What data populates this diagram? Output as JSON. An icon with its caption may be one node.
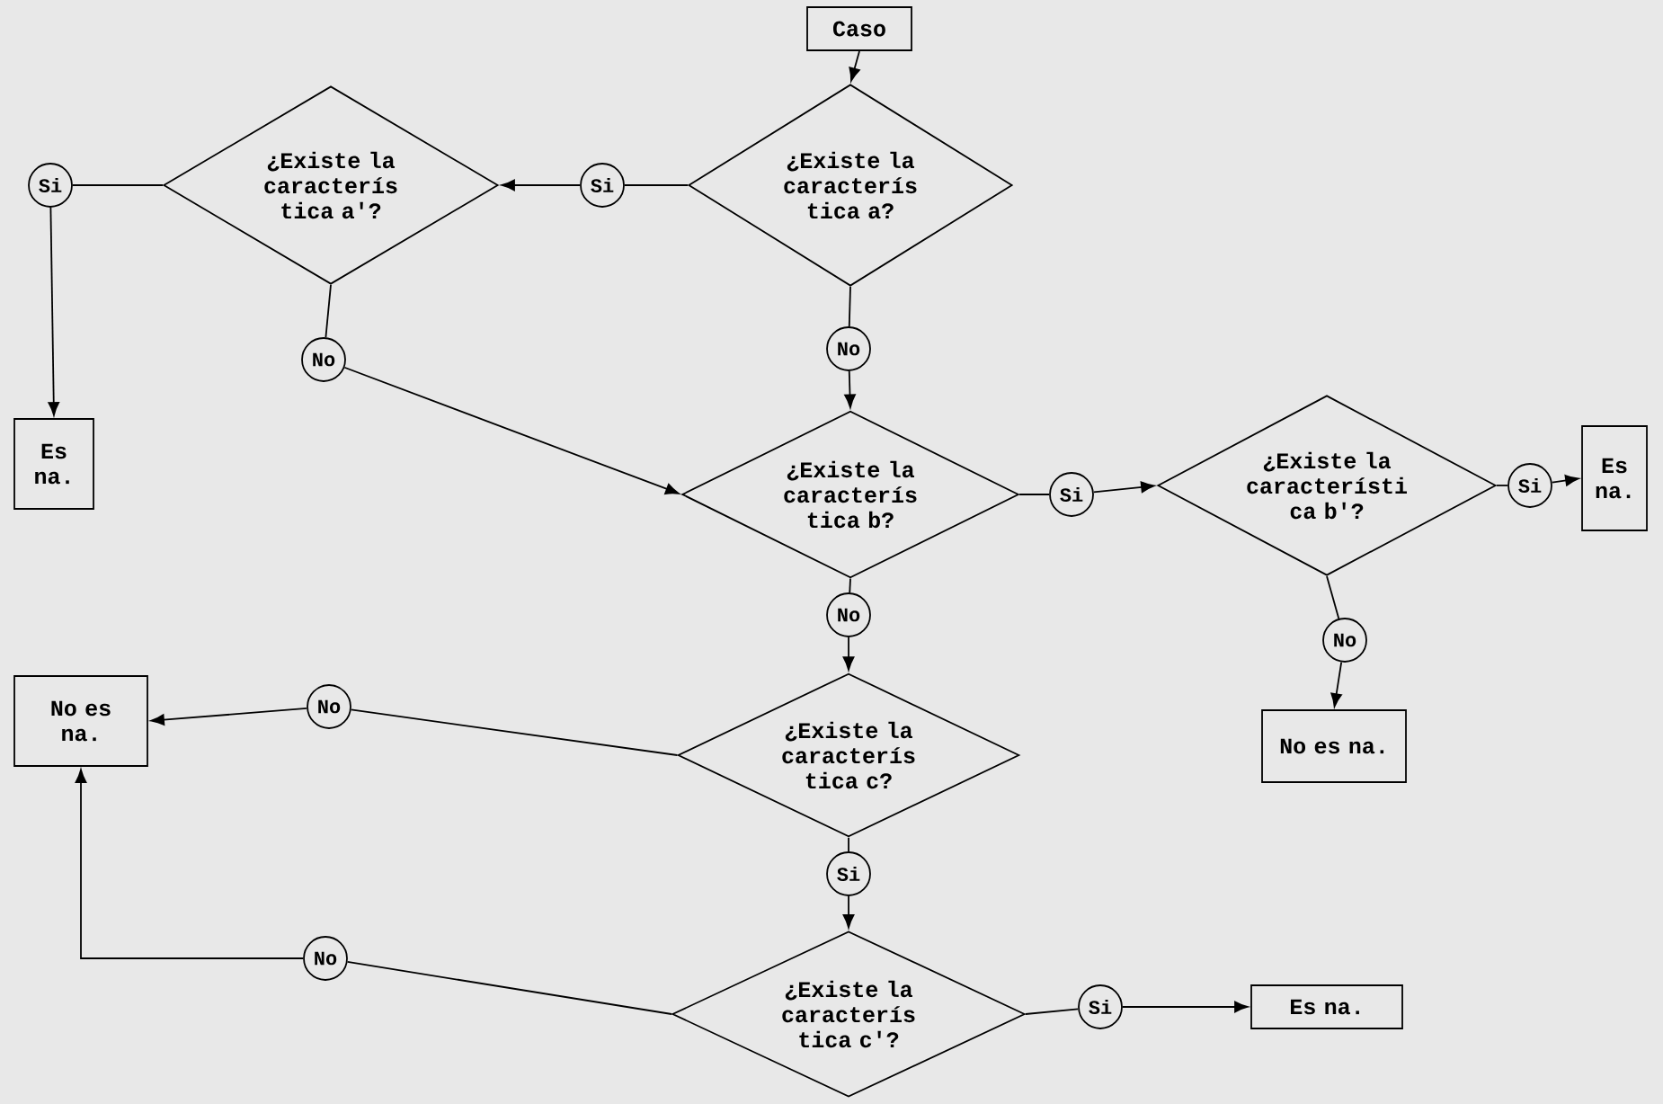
{
  "diagram": {
    "nodes": [
      {
        "text": [
          "Caso"
        ]
      },
      {
        "text": [
          "¿Existe la caracterís tica a?"
        ]
      },
      {
        "text": [
          "Si"
        ]
      },
      {
        "text": [
          "¿Existe la caracterís tica a'?"
        ]
      },
      {
        "text": [
          "Si"
        ]
      },
      {
        "text": [
          "Es na."
        ]
      },
      {
        "text": [
          "No"
        ]
      },
      {
        "text": [
          "No"
        ]
      },
      {
        "text": [
          "¿Existe la caracterís tica b?"
        ]
      },
      {
        "text": [
          "Si"
        ]
      },
      {
        "text": [
          "¿Existe la característi ca b'?"
        ]
      },
      {
        "text": [
          "Si"
        ]
      },
      {
        "text": [
          "Es na."
        ]
      },
      {
        "text": [
          "No"
        ]
      },
      {
        "text": [
          "No es na."
        ]
      },
      {
        "text": [
          "No"
        ]
      },
      {
        "text": [
          "¿Existe la caracterís tica c?"
        ]
      },
      {
        "text": [
          "No"
        ]
      },
      {
        "text": [
          "No es na."
        ]
      },
      {
        "text": [
          "Si"
        ]
      },
      {
        "text": [
          "¿Existe la caracterís tica c'?"
        ]
      },
      {
        "text": [
          "No"
        ]
      },
      {
        "text": [
          "Si"
        ]
      },
      {
        "text": [
          "Es na."
        ]
      }
    ],
    "edges": [
      {
        "from": 0,
        "to": 1,
        "arrow": "to"
      },
      {
        "from": 1,
        "to": 2,
        "arrow": "none"
      },
      {
        "from": 2,
        "to": 3,
        "arrow": "to"
      },
      {
        "from": 3,
        "to": 4,
        "arrow": "none"
      },
      {
        "from": 4,
        "to": 5,
        "arrow": "to"
      },
      {
        "from": 3,
        "to": 6,
        "arrow": "none"
      },
      {
        "from": 6,
        "to": 8,
        "arrow": "to"
      },
      {
        "from": 1,
        "to": 7,
        "arrow": "none"
      },
      {
        "from": 7,
        "to": 8,
        "arrow": "to"
      },
      {
        "from": 8,
        "to": 9,
        "arrow": "none"
      },
      {
        "from": 9,
        "to": 10,
        "arrow": "to"
      },
      {
        "from": 10,
        "to": 11,
        "arrow": "none"
      },
      {
        "from": 11,
        "to": 12,
        "arrow": "to"
      },
      {
        "from": 10,
        "to": 13,
        "arrow": "none"
      },
      {
        "from": 13,
        "to": 14,
        "arrow": "to"
      },
      {
        "from": 8,
        "to": 15,
        "arrow": "none"
      },
      {
        "from": 15,
        "to": 16,
        "arrow": "to"
      },
      {
        "from": 16,
        "to": 17,
        "arrow": "none"
      },
      {
        "from": 17,
        "to": 18,
        "arrow": "to"
      },
      {
        "from": 16,
        "to": 19,
        "arrow": "none"
      },
      {
        "from": 19,
        "to": 20,
        "arrow": "to"
      },
      {
        "from": 20,
        "to": 21,
        "arrow": "none"
      },
      {
        "from": 21,
        "to": 18,
        "arrow": "to"
      },
      {
        "from": 20,
        "to": 22,
        "arrow": "none"
      },
      {
        "from": 22,
        "to": 23,
        "arrow": "to"
      }
    ]
  }
}
